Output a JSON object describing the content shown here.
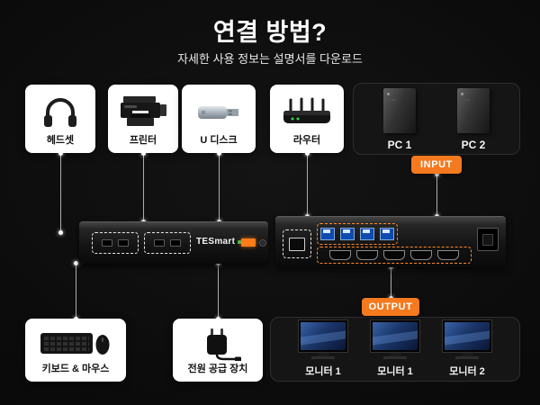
{
  "header": {
    "title": "연결 방법?",
    "subtitle": "자세한 사용 정보는 설명서를 다운로드"
  },
  "badges": {
    "input": "INPUT",
    "output": "OUTPUT"
  },
  "kvm": {
    "brand": "TESmart"
  },
  "devices": {
    "top": [
      {
        "label": "헤드셋",
        "icon": "headset-icon"
      },
      {
        "label": "프린터",
        "icon": "printer-icon"
      },
      {
        "label": "U 디스크",
        "icon": "usb-drive-icon"
      },
      {
        "label": "라우터",
        "icon": "router-icon"
      }
    ],
    "pcs": [
      {
        "label": "PC 1"
      },
      {
        "label": "PC 2"
      }
    ],
    "bottom": [
      {
        "label": "키보드 & 마우스",
        "icon": "keyboard-mouse-icon"
      },
      {
        "label": "전원 공급 장치",
        "icon": "power-adapter-icon"
      }
    ],
    "monitors": [
      {
        "label": "모니터 1"
      },
      {
        "label": "모니터 1"
      },
      {
        "label": "모니터 2"
      }
    ]
  },
  "colors": {
    "accent": "#f5791e",
    "card": "#ffffff",
    "background": "#0b0b0b",
    "line": "#c9c9c9"
  }
}
